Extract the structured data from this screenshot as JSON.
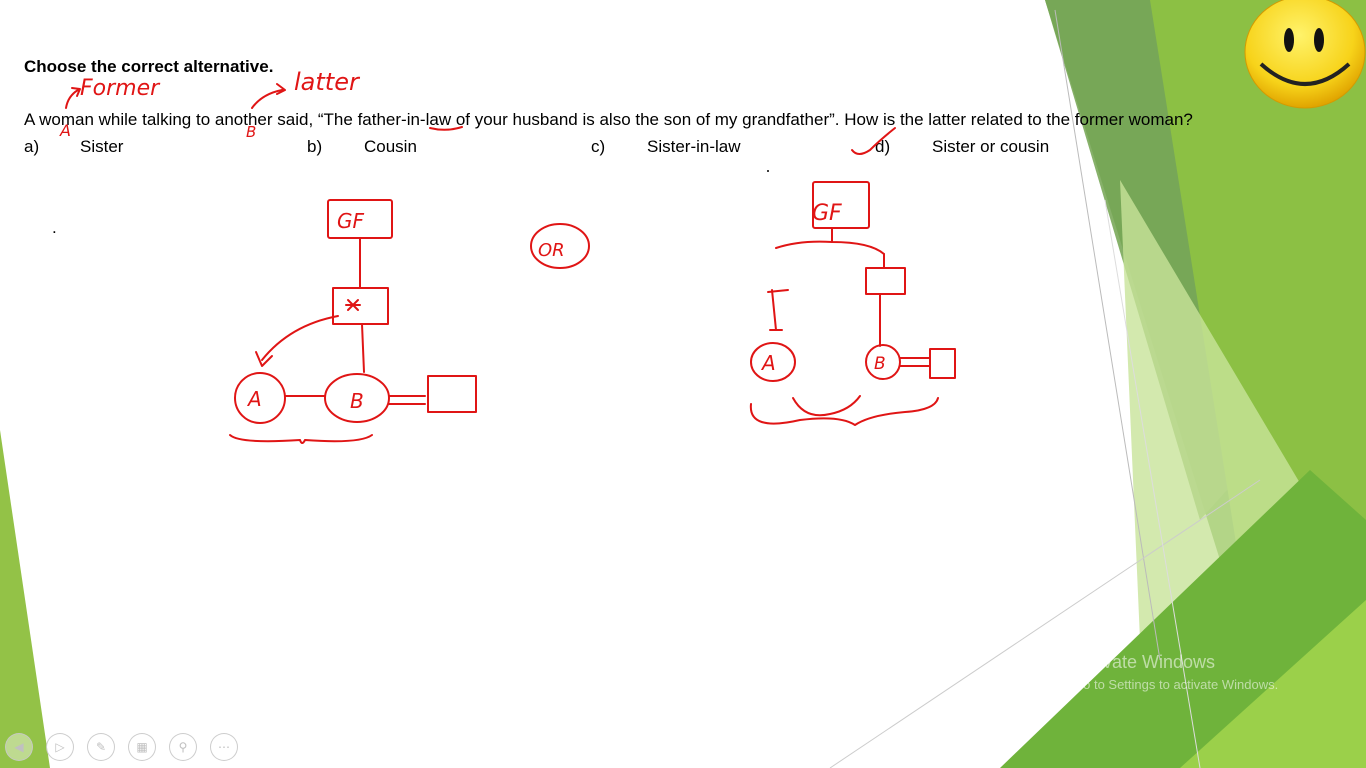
{
  "slide": {
    "heading": "Choose the correct alternative.",
    "question": "A woman while talking to another said, “The father-in-law of your husband is also the son of my grandfather”. How is the latter related to the former woman?",
    "options": [
      {
        "letter": "a)",
        "text": "Sister"
      },
      {
        "letter": "b)",
        "text": "Cousin"
      },
      {
        "letter": "c)",
        "text": "Sister-in-law"
      },
      {
        "letter": "d)",
        "text": "Sister or cousin"
      }
    ],
    "dot": "."
  },
  "annotations": {
    "former": "Former",
    "latter": "latter",
    "a_label": "A",
    "b_label": "B",
    "gf_left": "GF",
    "or": "OR",
    "gf_right": "GF",
    "node_a": "A",
    "node_b": "B",
    "node_a2": "A",
    "node_b2": "B"
  },
  "watermark": {
    "line1": "Activate Windows",
    "line2": "Go to Settings to activate Windows."
  },
  "toolbar": {
    "buttons": [
      "previous-icon",
      "next-icon",
      "pen-icon",
      "slides-icon",
      "zoom-icon",
      "more-icon"
    ]
  },
  "colors": {
    "ink": "#e01515",
    "green_dark": "#4e8f2a",
    "green_light": "#9ccb4e"
  }
}
